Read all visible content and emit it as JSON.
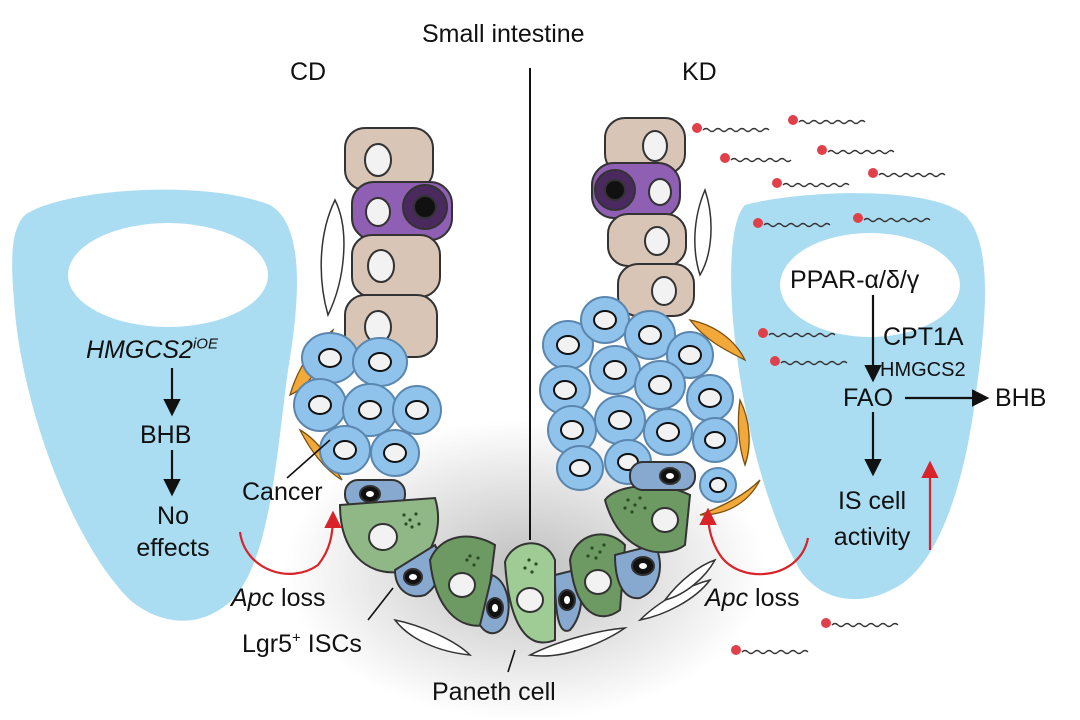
{
  "title": "Small intestine",
  "panels": {
    "left": "CD",
    "right": "KD"
  },
  "left_pathway": {
    "gene": "HMGCS2",
    "gene_sup": "iOE",
    "metabolite": "BHB",
    "outcome_line1": "No",
    "outcome_line2": "effects"
  },
  "right_pathway": {
    "receptor": "PPAR-α/δ/γ",
    "enzyme1": "CPT1A",
    "enzyme2": "HMGCS2",
    "process": "FAO",
    "product": "BHB",
    "outcome_line1": "IS cell",
    "outcome_line2": "activity"
  },
  "labels": {
    "cancer": "Cancer",
    "apc_gene": "Apc",
    "apc_suffix": " loss",
    "lgr5": "Lgr5",
    "lgr5_sup": "+",
    "iscs": " ISCs",
    "paneth": "Paneth cell"
  },
  "colors": {
    "lumen_blue": "#aadcf2",
    "differentiated_cell": "#d8c5b6",
    "goblet_cell": "#8f5fb3",
    "tumor_cell": "#8fc3ec",
    "paneth_cell": "#8fb886",
    "stem_cell": "#88a9cf",
    "stromal_orange": "#f2a93a",
    "ketone_marker": "#e0404a",
    "arrow_red": "#d8232a"
  }
}
